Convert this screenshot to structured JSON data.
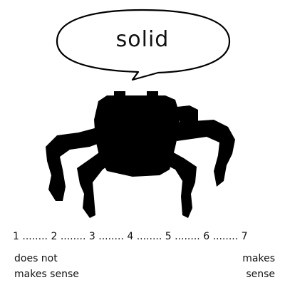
{
  "speech_bubble": {
    "word": "solid"
  },
  "rating_scale": {
    "points": [
      "1",
      "2",
      "3",
      "4",
      "5",
      "6",
      "7"
    ],
    "separator": "........",
    "left_anchor_line1": "does not",
    "left_anchor_line2": "makes sense",
    "right_anchor_line1": "makes",
    "right_anchor_line2": "sense"
  },
  "colors": {
    "silhouette": "#000000",
    "bubble_fill": "#ffffff",
    "bubble_stroke": "#000000",
    "text": "#111111"
  },
  "icons": {
    "robot": "hexapod-robot-silhouette-icon",
    "bubble": "speech-bubble-icon"
  }
}
